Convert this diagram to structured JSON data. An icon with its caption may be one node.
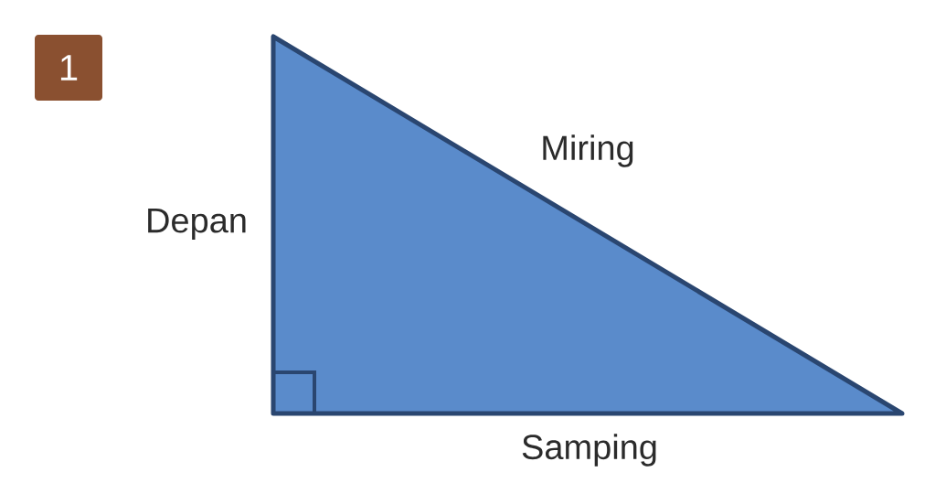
{
  "diagram": {
    "nodes": [
      {
        "text": [
          "1"
        ]
      }
    ],
    "labels": [
      "Miring",
      "Depan",
      "Samping"
    ]
  }
}
